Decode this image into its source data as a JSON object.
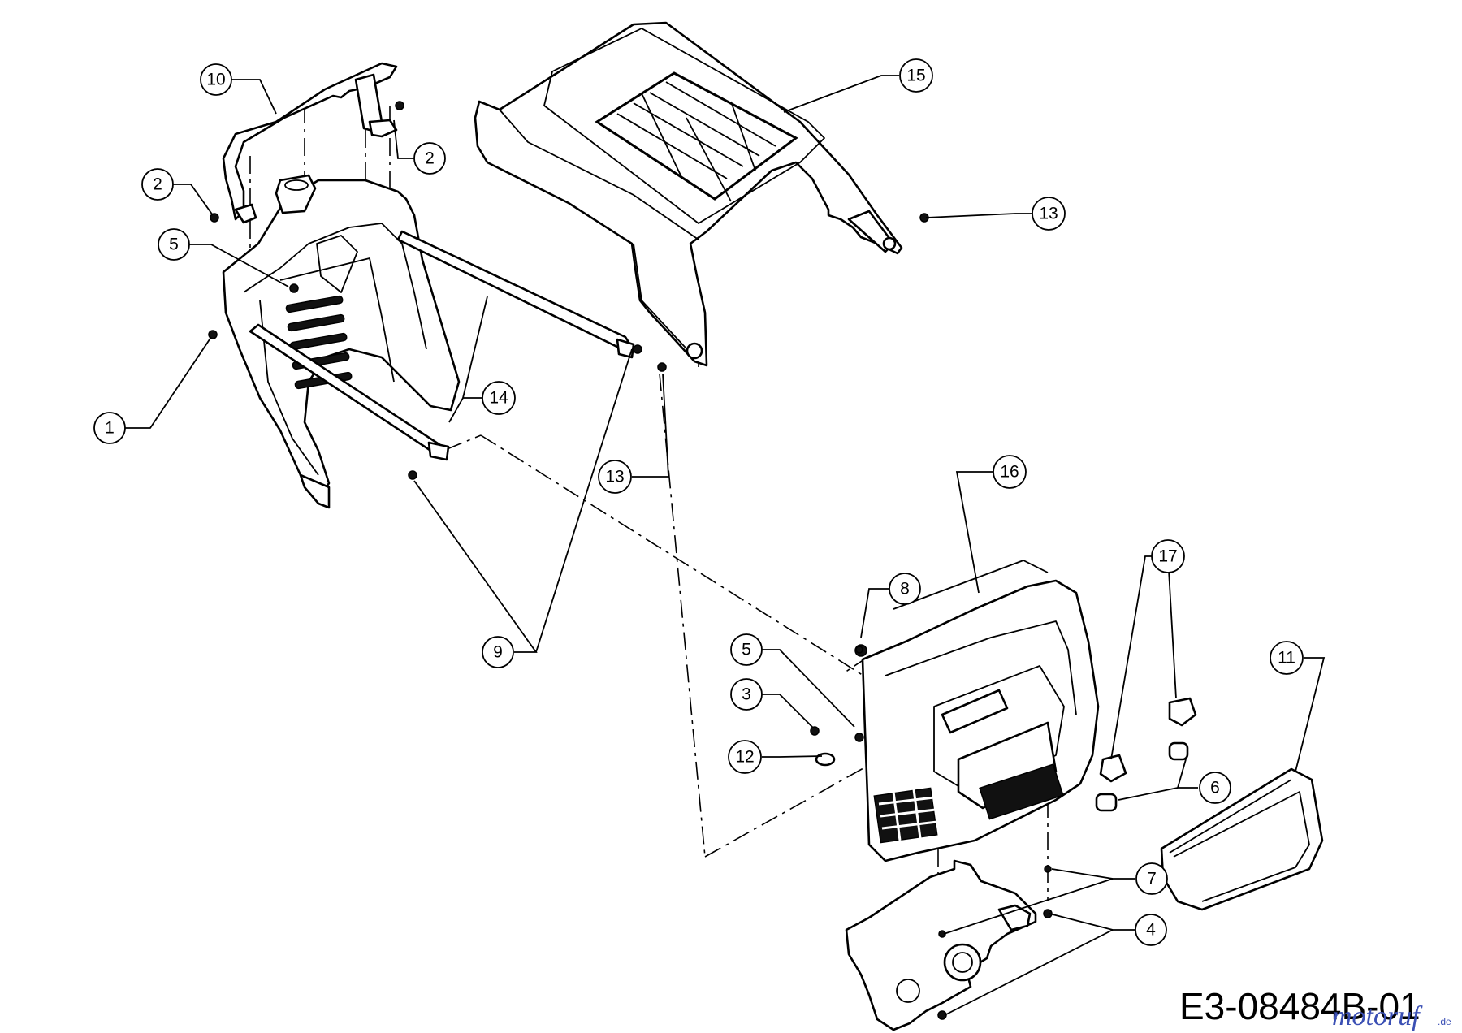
{
  "diagram": {
    "drawing_code": "E3-08484B-01",
    "watermark": {
      "brand": "motoruf",
      "suffix": ".de"
    },
    "callouts": [
      {
        "id": "c1",
        "label": "1"
      },
      {
        "id": "c2a",
        "label": "2"
      },
      {
        "id": "c2b",
        "label": "2"
      },
      {
        "id": "c3",
        "label": "3"
      },
      {
        "id": "c4",
        "label": "4"
      },
      {
        "id": "c5a",
        "label": "5"
      },
      {
        "id": "c5b",
        "label": "5"
      },
      {
        "id": "c6",
        "label": "6"
      },
      {
        "id": "c7",
        "label": "7"
      },
      {
        "id": "c8",
        "label": "8"
      },
      {
        "id": "c9",
        "label": "9"
      },
      {
        "id": "c10",
        "label": "10"
      },
      {
        "id": "c11",
        "label": "11"
      },
      {
        "id": "c12",
        "label": "12"
      },
      {
        "id": "c13a",
        "label": "13"
      },
      {
        "id": "c13b",
        "label": "13"
      },
      {
        "id": "c14",
        "label": "14"
      },
      {
        "id": "c15",
        "label": "15"
      },
      {
        "id": "c16",
        "label": "16"
      },
      {
        "id": "c17",
        "label": "17"
      }
    ]
  }
}
